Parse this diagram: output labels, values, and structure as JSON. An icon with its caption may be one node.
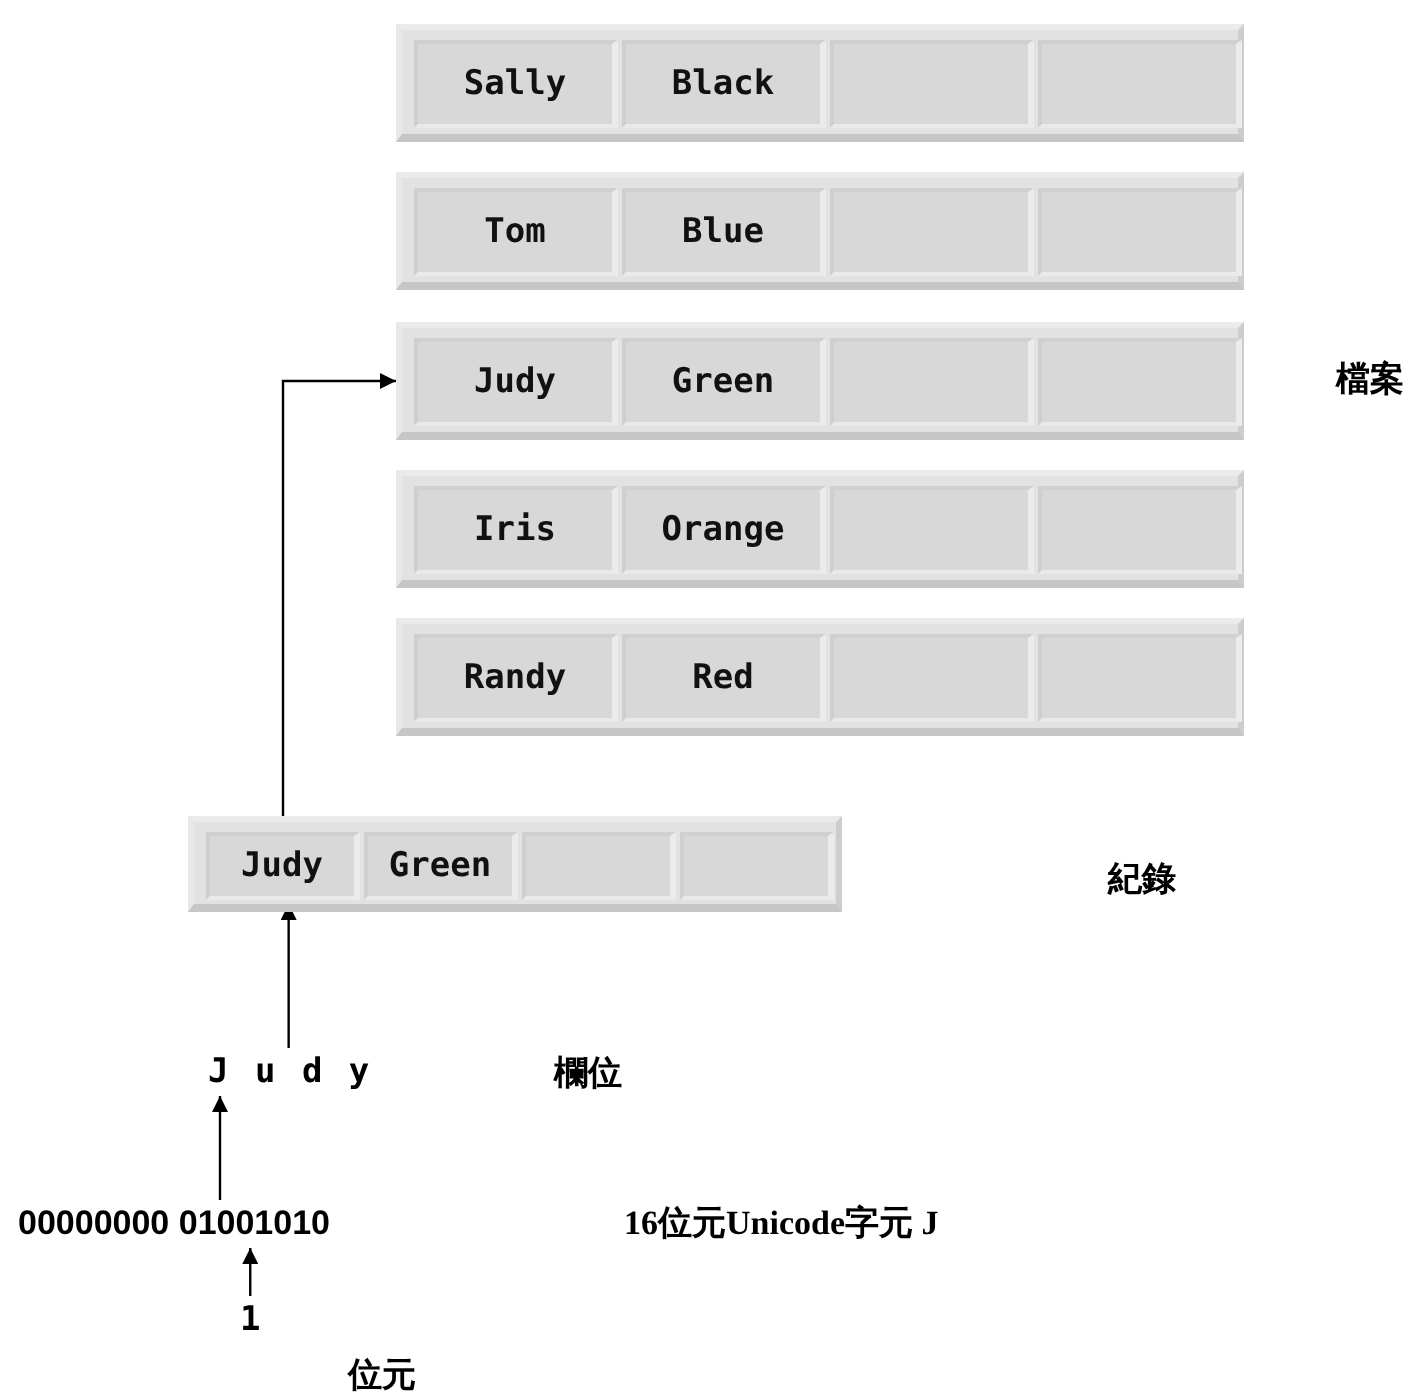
{
  "diagram": {
    "nodes": [
      {
        "text": [],
        "shape": "bar"
      },
      {
        "text": [
          "Sally"
        ],
        "in": 0
      },
      {
        "text": [
          "Black"
        ],
        "in": 0
      },
      {
        "text": [],
        "shape": "box",
        "in": 0
      },
      {
        "text": [],
        "shape": "box",
        "in": 0
      },
      {
        "text": [],
        "shape": "bar"
      },
      {
        "text": [
          "Tom"
        ],
        "in": 5
      },
      {
        "text": [
          "Blue"
        ],
        "in": 5
      },
      {
        "text": [],
        "shape": "box",
        "in": 5
      },
      {
        "text": [],
        "shape": "box",
        "in": 5
      },
      {
        "text": [],
        "shape": "bar"
      },
      {
        "text": [
          "Judy"
        ],
        "in": 10
      },
      {
        "text": [
          "Green"
        ],
        "in": 10
      },
      {
        "text": [],
        "shape": "box",
        "in": 10
      },
      {
        "text": [],
        "shape": "box",
        "in": 10
      },
      {
        "text": [],
        "shape": "bar"
      },
      {
        "text": [
          "Iris"
        ],
        "in": 15
      },
      {
        "text": [
          "Orange"
        ],
        "in": 15
      },
      {
        "text": [],
        "shape": "box",
        "in": 15
      },
      {
        "text": [],
        "shape": "box",
        "in": 15
      },
      {
        "text": [],
        "shape": "bar"
      },
      {
        "text": [
          "Randy"
        ],
        "in": 20
      },
      {
        "text": [
          "Red"
        ],
        "in": 20
      },
      {
        "text": [],
        "shape": "box",
        "in": 20
      },
      {
        "text": [],
        "shape": "box",
        "in": 20
      },
      {
        "text": [],
        "shape": "bar"
      },
      {
        "text": [
          "Judy"
        ],
        "in": 25
      },
      {
        "text": [
          "Green"
        ],
        "in": 25
      },
      {
        "text": [],
        "shape": "box",
        "in": 25
      },
      {
        "text": [],
        "shape": "box",
        "in": 25
      },
      {
        "text": [
          "J u d y"
        ]
      },
      {
        "text": [
          "00000000 01001010"
        ]
      },
      {
        "text": [
          "1"
        ]
      }
    ],
    "edges": [
      {
        "from": 26,
        "to": 10,
        "arrow": "to"
      },
      {
        "from": 30,
        "to": 26,
        "arrow": "to"
      },
      {
        "from": 31,
        "to": 30,
        "arrow": "to"
      },
      {
        "from": 32,
        "to": 31,
        "arrow": "to"
      }
    ],
    "labels": [
      "檔案",
      "紀錄",
      "欄位",
      "16位元Unicode字元 J",
      "位元"
    ]
  }
}
